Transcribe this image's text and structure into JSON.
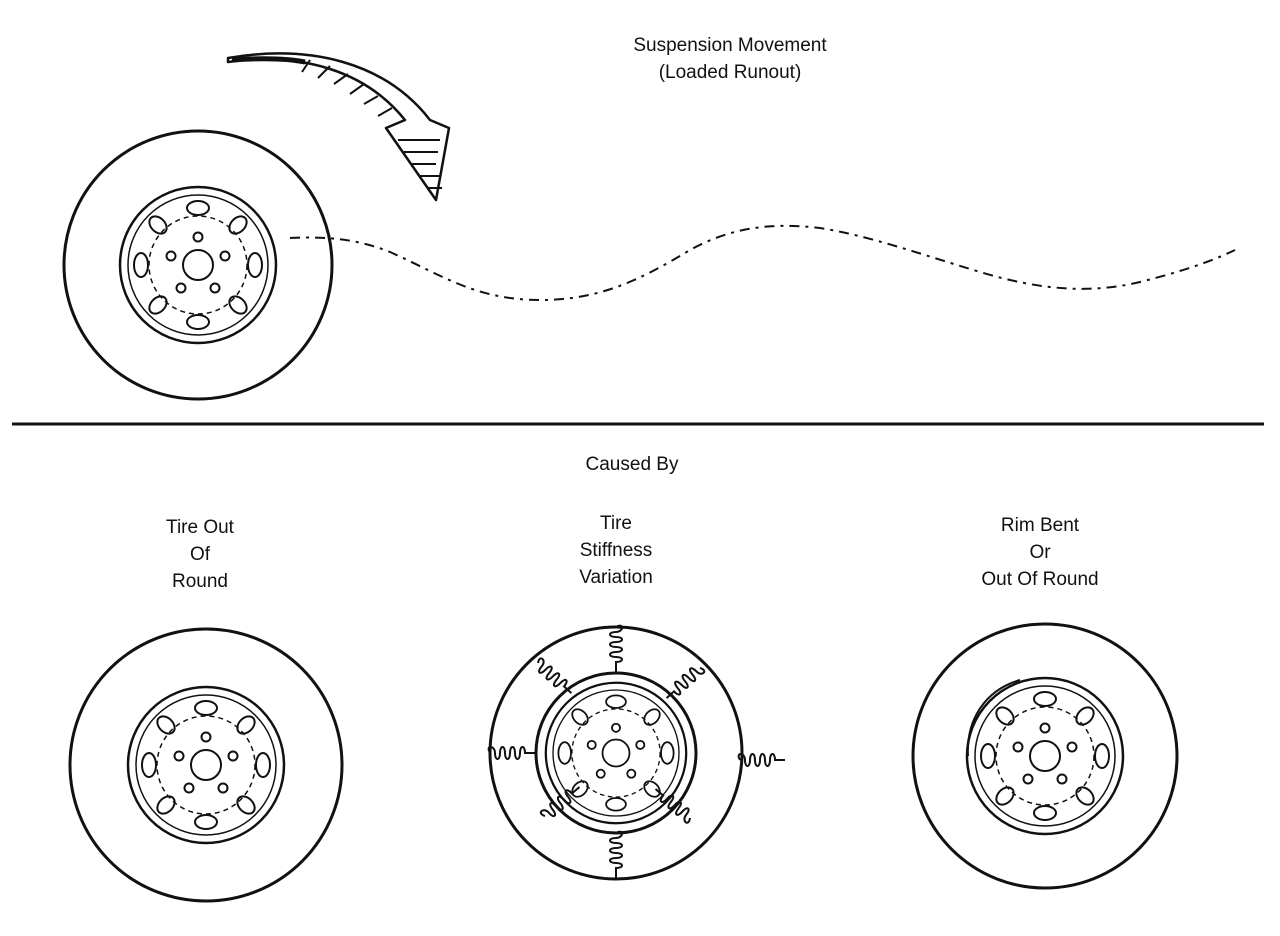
{
  "top_label": {
    "line1": "Suspension Movement",
    "line2": "(Loaded Runout)"
  },
  "divider_label": "Caused By",
  "causes": [
    {
      "lines": [
        "Tire Out",
        "Of",
        "Round"
      ]
    },
    {
      "lines": [
        "Tire",
        "Stiffness",
        "Variation"
      ]
    },
    {
      "lines": [
        "Rim Bent",
        "Or",
        "Out Of Round"
      ]
    }
  ],
  "icons": {
    "rotation_arrow": "curved-rotation-arrow-icon",
    "wheel": "wheel-with-hubcap-icon",
    "spring": "spring-icon"
  },
  "colors": {
    "ink": "#111111",
    "background": "#ffffff"
  }
}
